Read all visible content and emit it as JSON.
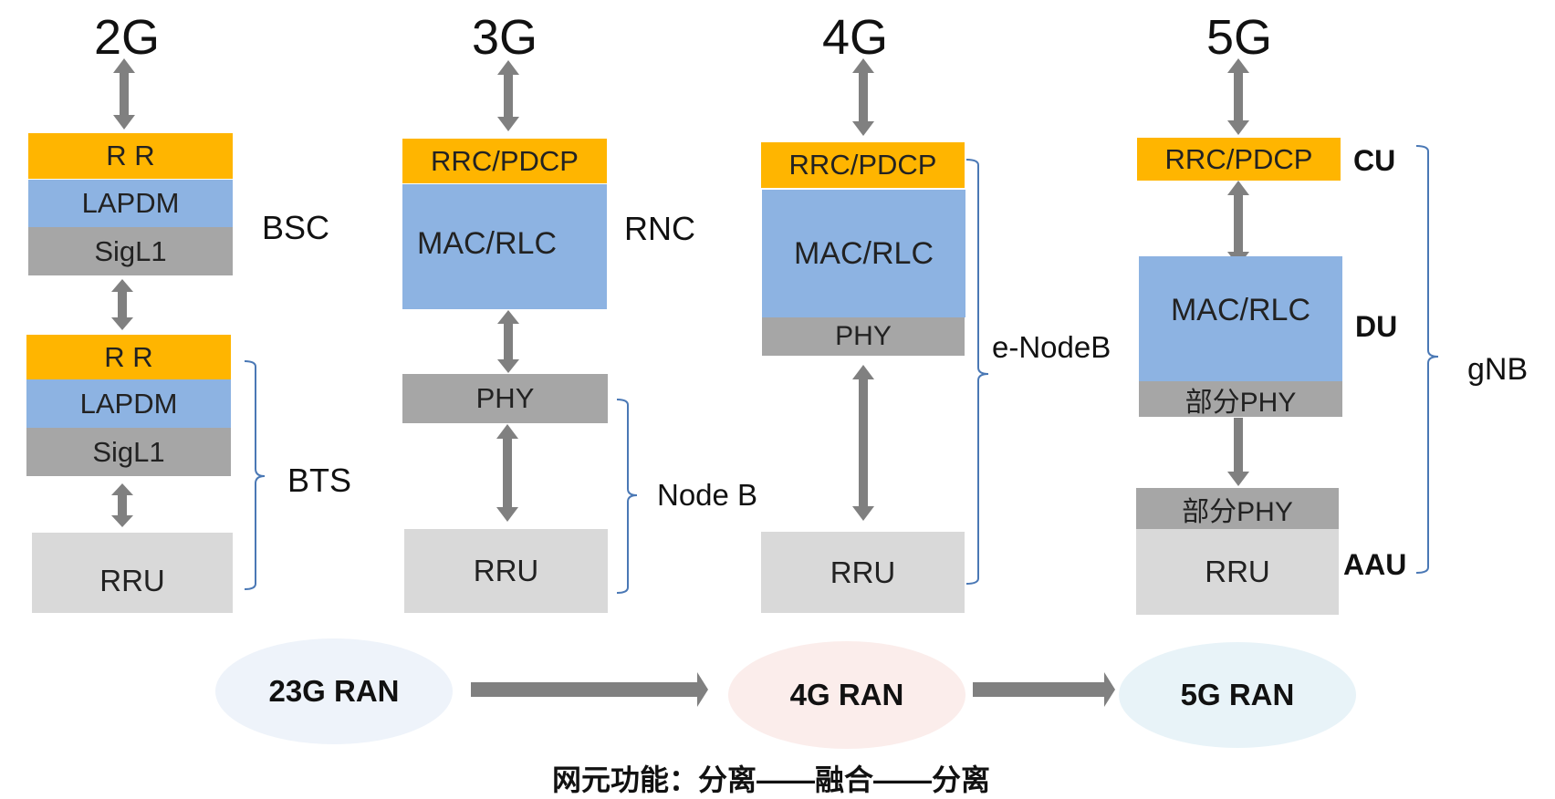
{
  "columns": [
    {
      "generation": "2G",
      "upper_stack": [
        "R R",
        "LAPDM",
        "SigL1"
      ],
      "upper_label": "BSC",
      "lower_stack": [
        "R R",
        "LAPDM",
        "SigL1"
      ],
      "rru": "RRU",
      "bracket_label": "BTS"
    },
    {
      "generation": "3G",
      "upper_stack": [
        "RRC/PDCP",
        "MAC/RLC"
      ],
      "upper_label": "RNC",
      "phy": "PHY",
      "rru": "RRU",
      "bracket_label": "Node B"
    },
    {
      "generation": "4G",
      "upper_stack": [
        "RRC/PDCP",
        "MAC/RLC",
        "PHY"
      ],
      "rru": "RRU",
      "bracket_label": "e-NodeB"
    },
    {
      "generation": "5G",
      "cu_box": "RRC/PDCP",
      "cu_label": "CU",
      "du_stack": [
        "MAC/RLC",
        "部分PHY"
      ],
      "du_label": "DU",
      "aau_stack": [
        "部分PHY",
        "RRU"
      ],
      "aau_label": "AAU",
      "bracket_label": "gNB"
    }
  ],
  "evolution": {
    "stages": [
      "23G RAN",
      "4G RAN",
      "5G RAN"
    ],
    "colors": [
      "#EEF3FA",
      "#FBEDEB",
      "#E8F3F8"
    ]
  },
  "caption": "网元功能：分离——融合——分离",
  "colors": {
    "rrc": "#FFB500",
    "mac": "#8DB3E2",
    "phy": "#A6A6A6",
    "rru": "#D9D9D9",
    "arrow": "#808080",
    "bracket": "#4A78B5"
  }
}
